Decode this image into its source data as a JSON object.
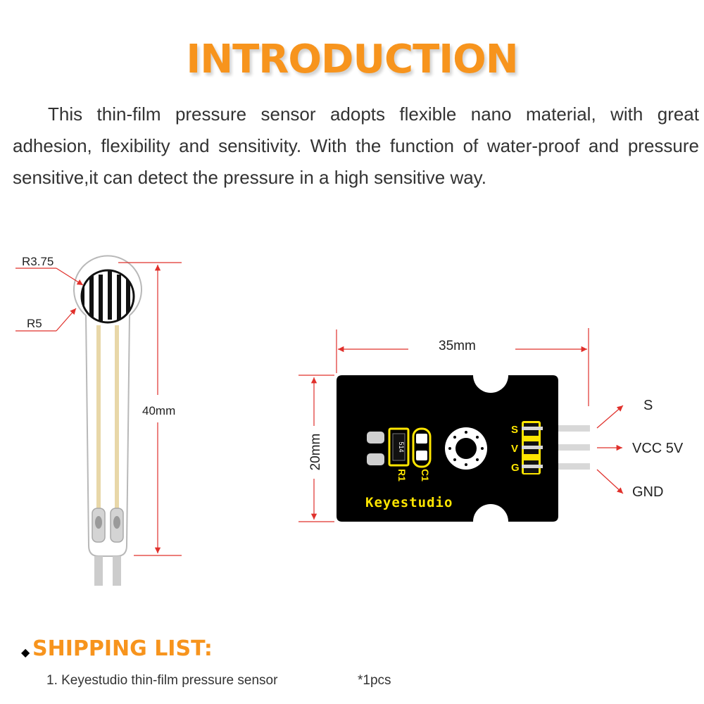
{
  "header": {
    "title": "INTRODUCTION",
    "description": "This thin-film pressure sensor adopts flexible nano material, with great adhesion, flexibility and sensitivity. With the function of water-proof and pressure sensitive,it can detect the pressure in a high sensitive way."
  },
  "diagram": {
    "sensor": {
      "radius_inner_label": "R3.75",
      "radius_outer_label": "R5",
      "length_label": "40mm"
    },
    "module": {
      "width_label": "35mm",
      "height_label": "20mm",
      "brand": "Keyestudio",
      "pin_s": "S",
      "pin_v": "V",
      "pin_g": "G",
      "resistor_ref": "R1",
      "resistor_code": "514",
      "capacitor_ref": "C1",
      "signal_label": "S",
      "vcc_label": "VCC 5V",
      "gnd_label": "GND"
    },
    "colors": {
      "accent": "#f7941d",
      "dimension_line": "#e0302b",
      "board": "#000000",
      "silkscreen": "#ffe600"
    }
  },
  "shipping": {
    "title": "SHIPPING LIST:",
    "items": [
      {
        "text": "1.  Keyestudio thin-film pressure sensor",
        "qty": "*1pcs"
      }
    ]
  }
}
